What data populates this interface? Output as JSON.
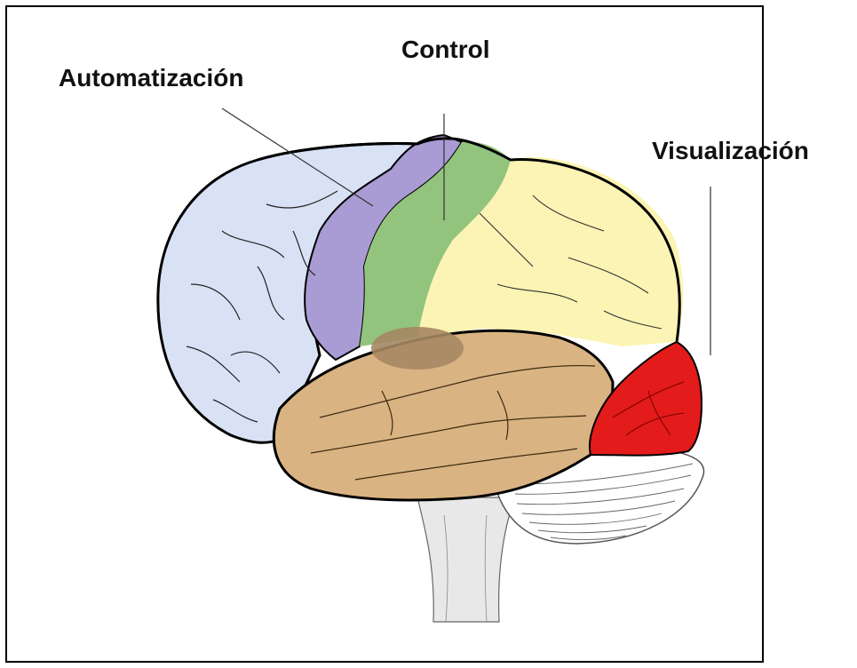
{
  "labels": {
    "automatizacion": "Automatización",
    "control": "Control",
    "visualizacion": "Visualización"
  },
  "regions": [
    {
      "name": "frontal-lobe",
      "color": "#d9e2f5"
    },
    {
      "name": "premotor-area",
      "color": "#a99bd3"
    },
    {
      "name": "motor-area",
      "color": "#93c47d"
    },
    {
      "name": "parietal-lobe",
      "color": "#fbf4b4"
    },
    {
      "name": "temporal-lobe",
      "color": "#d9b382"
    },
    {
      "name": "occipital-lobe",
      "color": "#e31b1b"
    },
    {
      "name": "cerebellum",
      "color": "#ffffff"
    }
  ]
}
